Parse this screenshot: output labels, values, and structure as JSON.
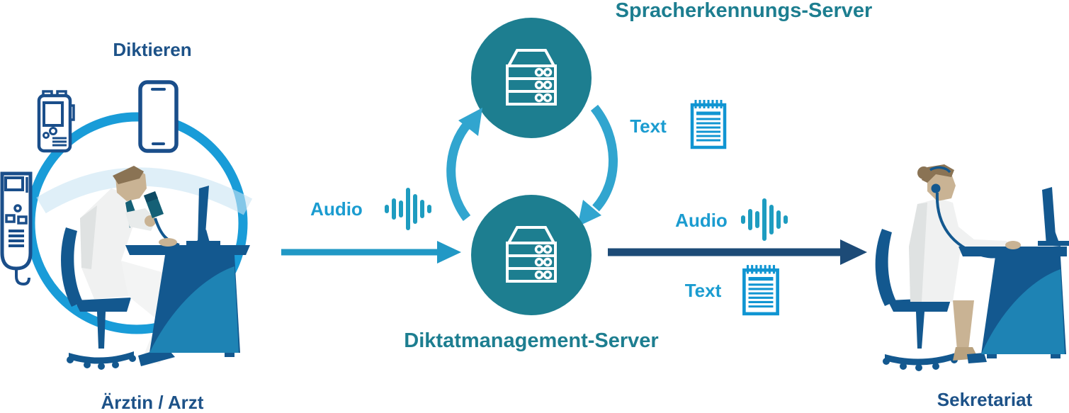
{
  "diagram": {
    "left": {
      "title": "Diktieren",
      "caption": "Ärztin / Arzt",
      "devices": [
        "voice-recorder",
        "smartphone",
        "dictation-station"
      ],
      "figure": "doctor dictating at desk with microphone and monitor"
    },
    "flow_to_server": {
      "audio_label": "Audio"
    },
    "servers": {
      "speech": {
        "title": "Spracherkennungs-Server"
      },
      "dictation": {
        "title": "Diktatmanagement-Server"
      },
      "cycle": {
        "text_label": "Text"
      }
    },
    "flow_to_secretariat": {
      "audio_label": "Audio",
      "text_label": "Text"
    },
    "right": {
      "caption": "Sekretariat",
      "figure": "secretary with headset typing at desk with monitor"
    }
  },
  "colors": {
    "navy_text": "#1d5288",
    "teal": "#1d7e90",
    "figure_navy": "#13588f",
    "figure_light_blue": "#1e83b4",
    "circle_blue": "#199cd8",
    "cyan_arrow": "#2198c5",
    "cycle_arc": "#31a5cf",
    "navy_arrow": "#1d4b77",
    "flow_label_blue": "#1b9cd0",
    "doc_icon_blue": "#1095d2",
    "waveform_blue": "#1e9cc0",
    "device_outline": "#1a4e8a",
    "skin": "#c9b394",
    "hair": "#8a7354",
    "coat": "#f0f1f1"
  }
}
